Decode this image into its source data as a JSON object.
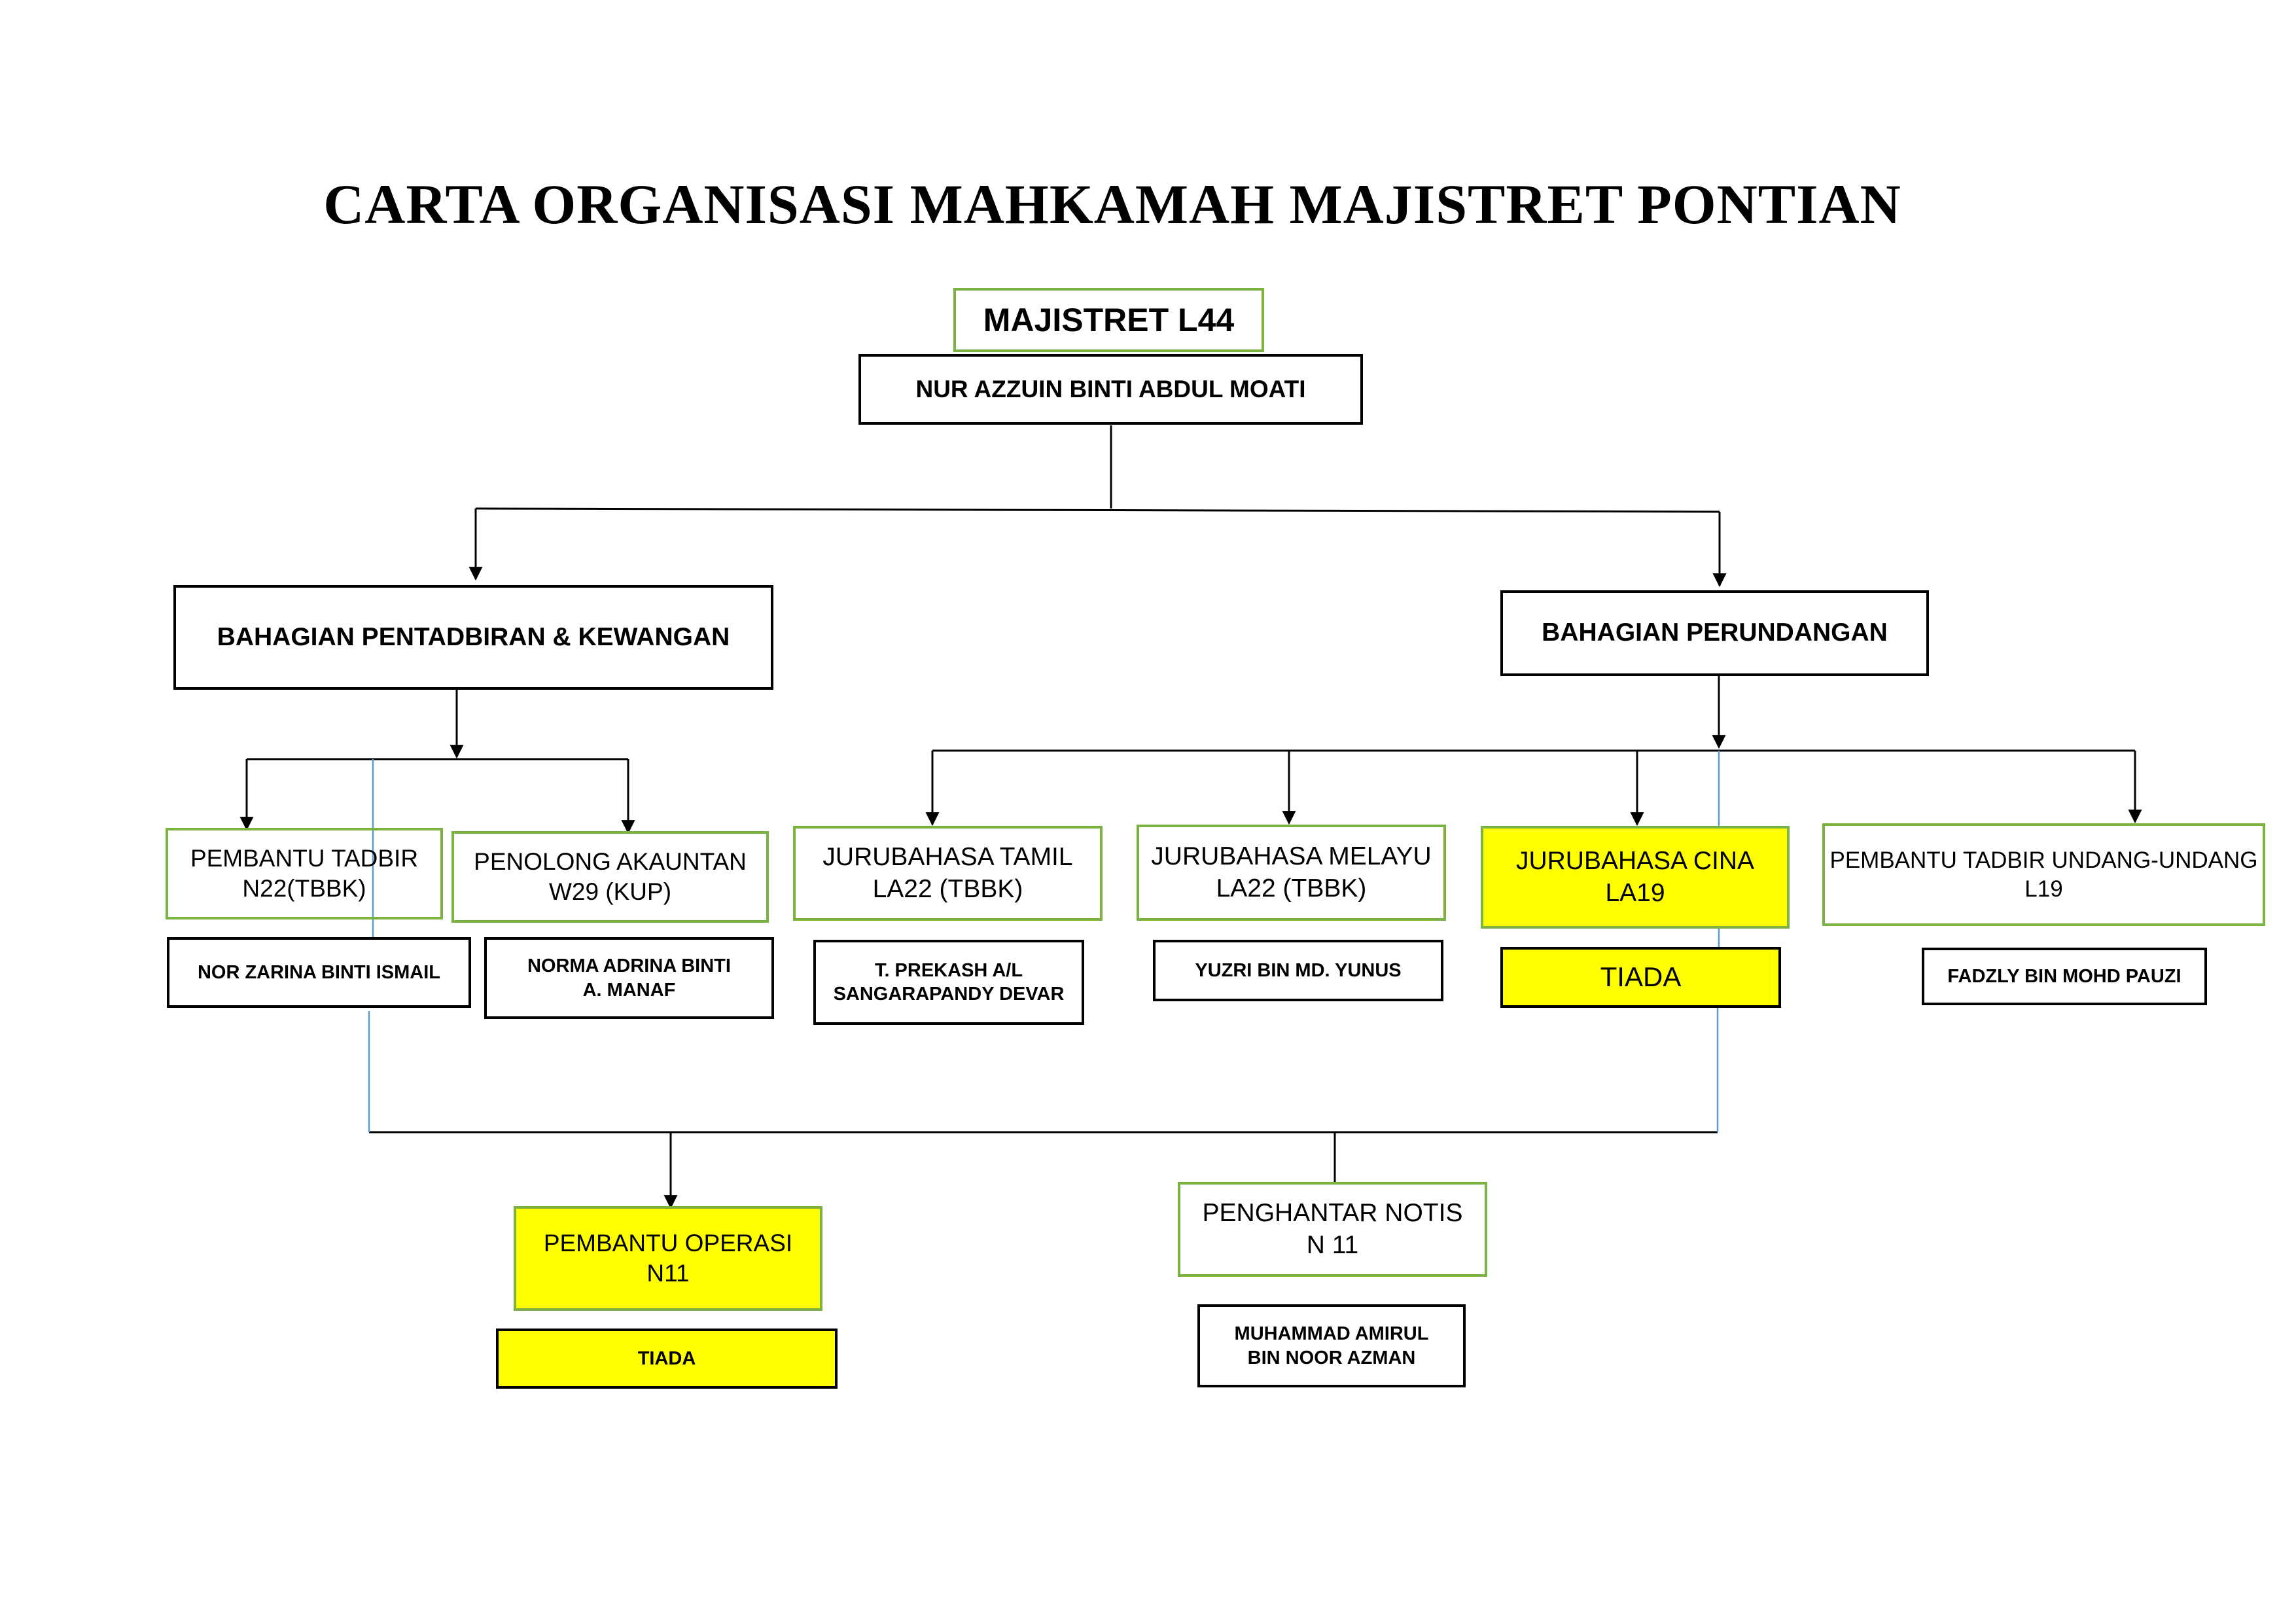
{
  "title": "CARTA ORGANISASI MAHKAMAH MAJISTRET PONTIAN",
  "head": {
    "post": "MAJISTRET L44",
    "name": "NUR AZZUIN BINTI ABDUL MOATI"
  },
  "divisions": {
    "admin": "BAHAGIAN PENTADBIRAN & KEWANGAN",
    "legal": "BAHAGIAN PERUNDANGAN"
  },
  "units": [
    {
      "post": "PEMBANTU TADBIR\nN22(TBBK)",
      "name": "NOR ZARINA BINTI ISMAIL"
    },
    {
      "post": "PENOLONG AKAUNTAN\nW29 (KUP)",
      "name": "NORMA ADRINA BINTI\nA. MANAF"
    },
    {
      "post": "JURUBAHASA TAMIL\nLA22 (TBBK)",
      "name": "T. PREKASH A/L\nSANGARAPANDY DEVAR"
    },
    {
      "post": "JURUBAHASA MELAYU\nLA22 (TBBK)",
      "name": "YUZRI BIN MD. YUNUS"
    },
    {
      "post": "JURUBAHASA CINA\nLA19",
      "name": "TIADA"
    },
    {
      "post": "PEMBANTU TADBIR UNDANG-UNDANG\nL19",
      "name": "FADZLY BIN MOHD PAUZI"
    },
    {
      "post": "PEMBANTU OPERASI\nN11",
      "name": "TIADA"
    },
    {
      "post": "PENGHANTAR NOTIS\nN 11",
      "name": "MUHAMMAD AMIRUL\nBIN NOOR AZMAN"
    }
  ],
  "colors": {
    "post_border": "#7bb342",
    "vacant_fill": "#ffff00",
    "line": "#000000",
    "support_line": "#5b9bd5"
  }
}
